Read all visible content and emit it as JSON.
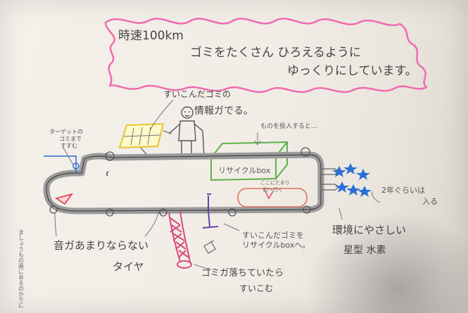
{
  "headline": {
    "speed": "時速100km",
    "line_two": "ゴミをたくさん ひろえるように",
    "line_three": "ゆっくりにしています。"
  },
  "notes": {
    "info_top": "すいこんだゴミの",
    "info_bottom": "情報ガでる。",
    "target_line1": "ターゲットの",
    "target_line2": "ゴミまで",
    "target_line3": "すすむ",
    "insert": "ものを投入すると…",
    "recycle_box": "リサイクルbox",
    "collect_line1": "ここにたまり",
    "collect_line2": "町へ行く",
    "years_line1": "2年ぐらいは",
    "years_line2": "入る",
    "sucked_line1": "すいこんだゴミを",
    "sucked_line2": "リサイクルboxへ。",
    "tires_line1": "音ガあまりならない",
    "tires_line2": "タイヤ",
    "fallen_line1": "ゴミガ落ちていたら",
    "fallen_line2": "すいこむ",
    "eco_line1": "環境にやさしい",
    "eco_line2": "星型 水素",
    "side_vertical": "ましょうもの画にあるのかりに"
  },
  "colors": {
    "cloud": "#ef6bb0",
    "pencil": "#555555",
    "box_green": "#5db04a",
    "panel_yellow": "#e7c433",
    "tube_pink": "#d9497f",
    "star_blue": "#2a6fd6",
    "tank_red": "#e0705a",
    "arm_purple": "#6a3fa6"
  }
}
